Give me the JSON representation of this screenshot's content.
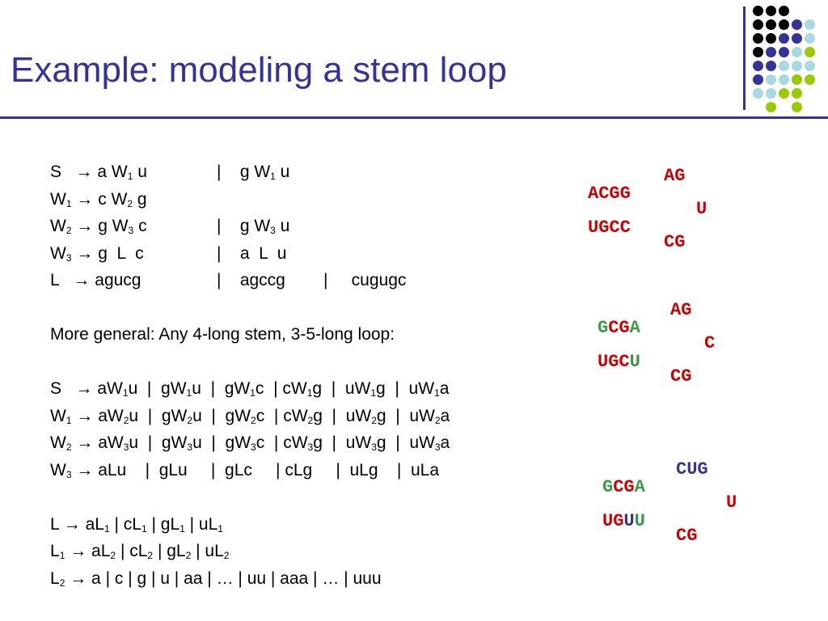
{
  "title": "Example: modeling a stem loop",
  "colors": {
    "navy": "#333399",
    "red": "#cc0000",
    "green": "#3a9a48",
    "blue": "#333399",
    "lightblue": "#a8d8e0",
    "lime": "#99cc00",
    "black": "#000000"
  },
  "grammar": {
    "r1": {
      "lhs": "S",
      "a": "a W",
      "a_sub": "1",
      "a2": " u",
      "sep": "|",
      "b": "g W",
      "b_sub": "1",
      "b2": " u"
    },
    "r2": {
      "lhs": "W",
      "lhs_sub": "1",
      "a": "c W",
      "a_sub": "2",
      "a2": " g"
    },
    "r3": {
      "lhs": "W",
      "lhs_sub": "2",
      "a": "g W",
      "a_sub": "3",
      "a2": " c",
      "sep": "|",
      "b": "g W",
      "b_sub": "3",
      "b2": " u"
    },
    "r4": {
      "lhs": "W",
      "lhs_sub": "3",
      "a": "g  L  c",
      "sep": "|",
      "b": "a  L  u"
    },
    "r5": {
      "lhs": "L",
      "a": "agucg",
      "sep": "|",
      "b": "agccg",
      "sep2": "|",
      "c": "cugugc"
    },
    "general": "More general: Any 4-long stem, 3-5-long loop:",
    "g1": {
      "lhs": "S",
      "alts": [
        "aW1u",
        "gW1u",
        "gW1c",
        "cW1g",
        "uW1g",
        "uW1a"
      ]
    },
    "g2": {
      "lhs": "W1",
      "alts": [
        "aW2u",
        "gW2u",
        "gW2c",
        "cW2g",
        "uW2g",
        "uW2a"
      ]
    },
    "g3": {
      "lhs": "W2",
      "alts": [
        "aW3u",
        "gW3u",
        "gW3c",
        "cW3g",
        "uW3g",
        "uW3a"
      ]
    },
    "g4": {
      "lhs": "W3",
      "alts": [
        "aLu",
        "gLu",
        "gLc",
        "cLg",
        "uLg",
        "uLa"
      ]
    },
    "l1": {
      "lhs": "L",
      "alts": [
        "aL1",
        "cL1",
        "gL1",
        "uL1"
      ]
    },
    "l2": {
      "lhs": "L1",
      "alts": [
        "aL2",
        "cL2",
        "gL2",
        "uL2"
      ]
    },
    "l3": {
      "lhs": "L2",
      "alts": [
        "a",
        "c",
        "g",
        "u",
        "aa",
        "…",
        "uu",
        "aaa",
        "…",
        "uuu"
      ]
    }
  },
  "arrow": "→",
  "examples": {
    "e1": {
      "top": "AG",
      "stem1": "ACGG",
      "side": "U",
      "stem2": "UGCC",
      "bottom": "CG"
    },
    "e2": {
      "top": "AG",
      "s1a": "G",
      "s1b": "CG",
      "s1c": "A",
      "side": "C",
      "s2a": "UGC",
      "s2b": "U",
      "bottom": "CG"
    },
    "e3": {
      "top": "CUG",
      "s1a": "G",
      "s1b": "CG",
      "s1c": "A",
      "side": "U",
      "s2a": "UG",
      "s2b": "U",
      "s2c": "U",
      "bottom": "CG"
    }
  }
}
